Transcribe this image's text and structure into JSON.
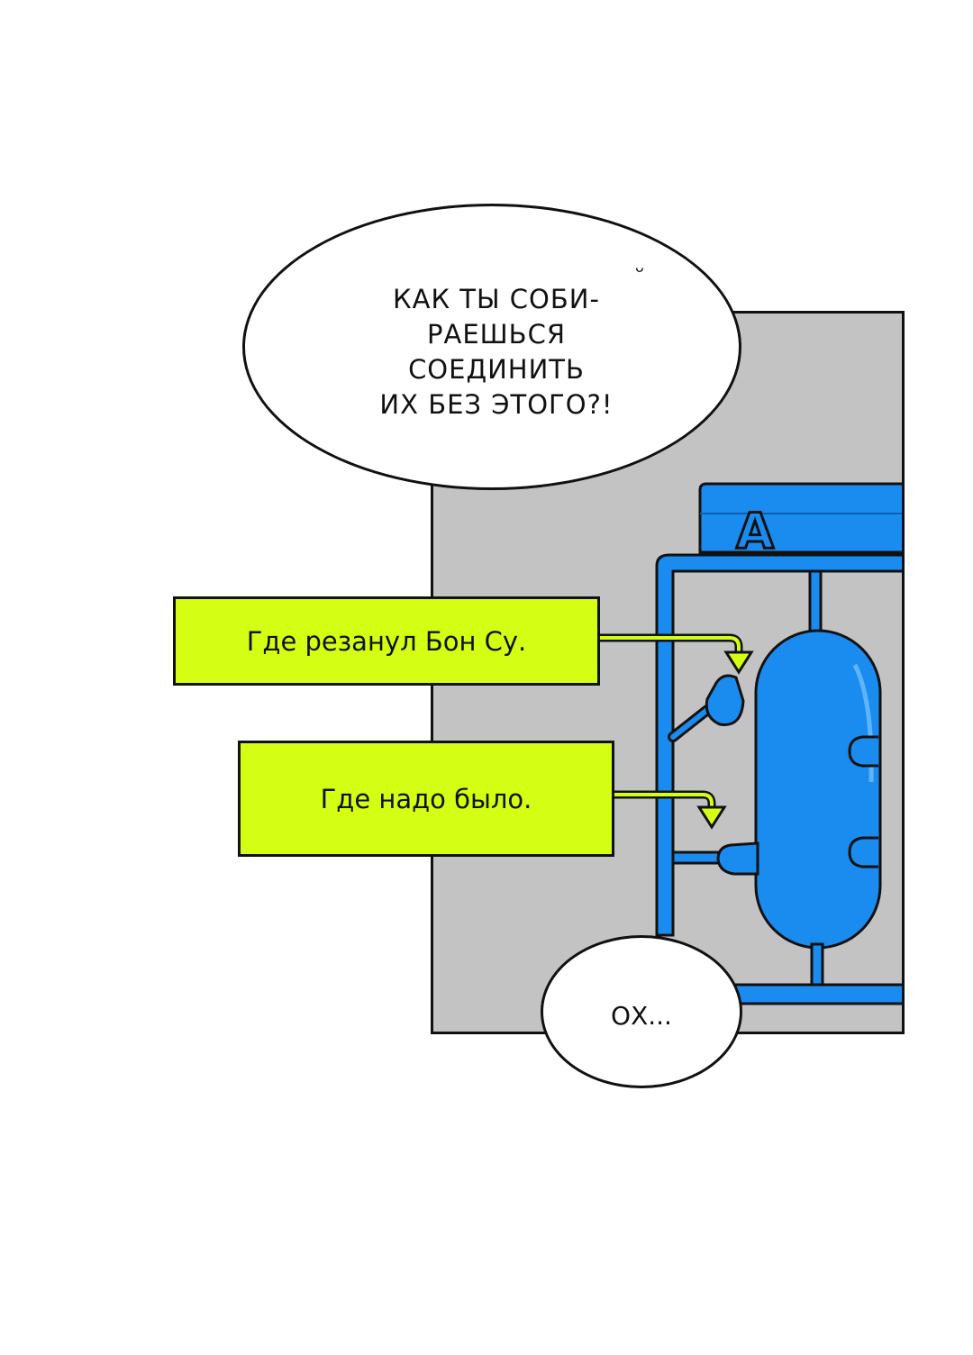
{
  "speech_main": {
    "text": "как ты соби-\nраешься соединить\nих без этого?!",
    "mark": "ᴗ"
  },
  "caption_1": {
    "text": "Где резанул Бон Су."
  },
  "caption_2": {
    "text": "Где надо было."
  },
  "speech_ox": {
    "text": "ох..."
  },
  "runner_frame": {
    "label": "A"
  },
  "colors": {
    "panel_background": "#c3c3c3",
    "plastic_part": "#1a8cf0",
    "caption_background": "#d4ff14",
    "outline": "#111111"
  }
}
